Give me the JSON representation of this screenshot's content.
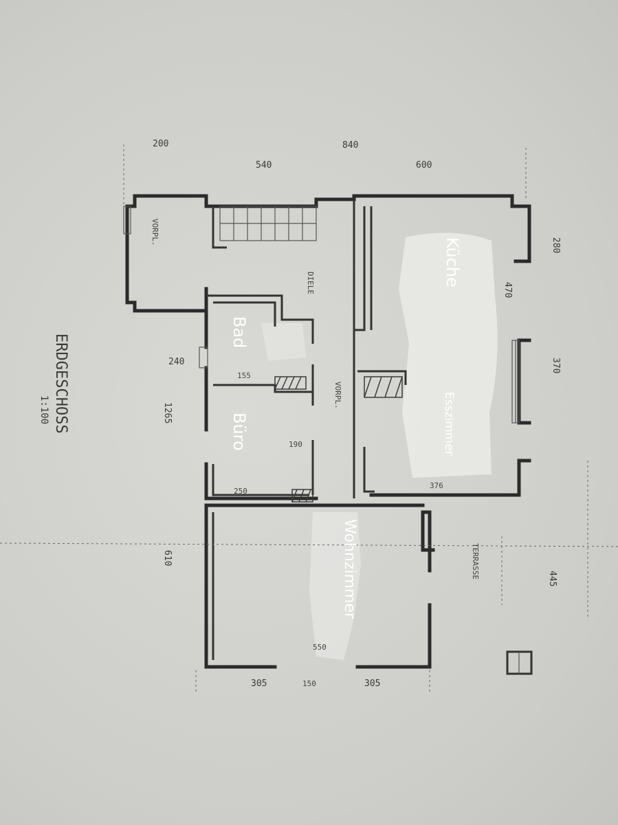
{
  "plan": {
    "title": "ERDGESCHOSS",
    "scale": "1:100"
  },
  "rooms": {
    "kueche": "Küche",
    "bad": "Bad",
    "buero": "Büro",
    "esszimmer": "Esszimmer",
    "wohnzimmer": "Wohnzimmer"
  },
  "labels": {
    "vorplatz_left": "VORPL.",
    "vorplatz_center": "VORPL.",
    "diele": "DIELE",
    "terrasse": "TERRASSE"
  },
  "dimensions": {
    "top_200": "200",
    "top_840": "840",
    "top_540": "540",
    "top_600": "600",
    "right_280": "280",
    "right_470": "470",
    "right_370": "370",
    "right_445": "445",
    "left_1265": "1265",
    "left_240": "240",
    "left_610": "610",
    "bottom_305a": "305",
    "bottom_305b": "305",
    "bottom_150": "150",
    "inner_550": "550",
    "inner_250": "250",
    "inner_155": "155",
    "inner_376": "376",
    "inner_190": "190"
  },
  "colors": {
    "paper": "#cfcfcb",
    "ink": "#2b2b2b",
    "label": "#ffffff",
    "redaction": "#ebebe8"
  }
}
